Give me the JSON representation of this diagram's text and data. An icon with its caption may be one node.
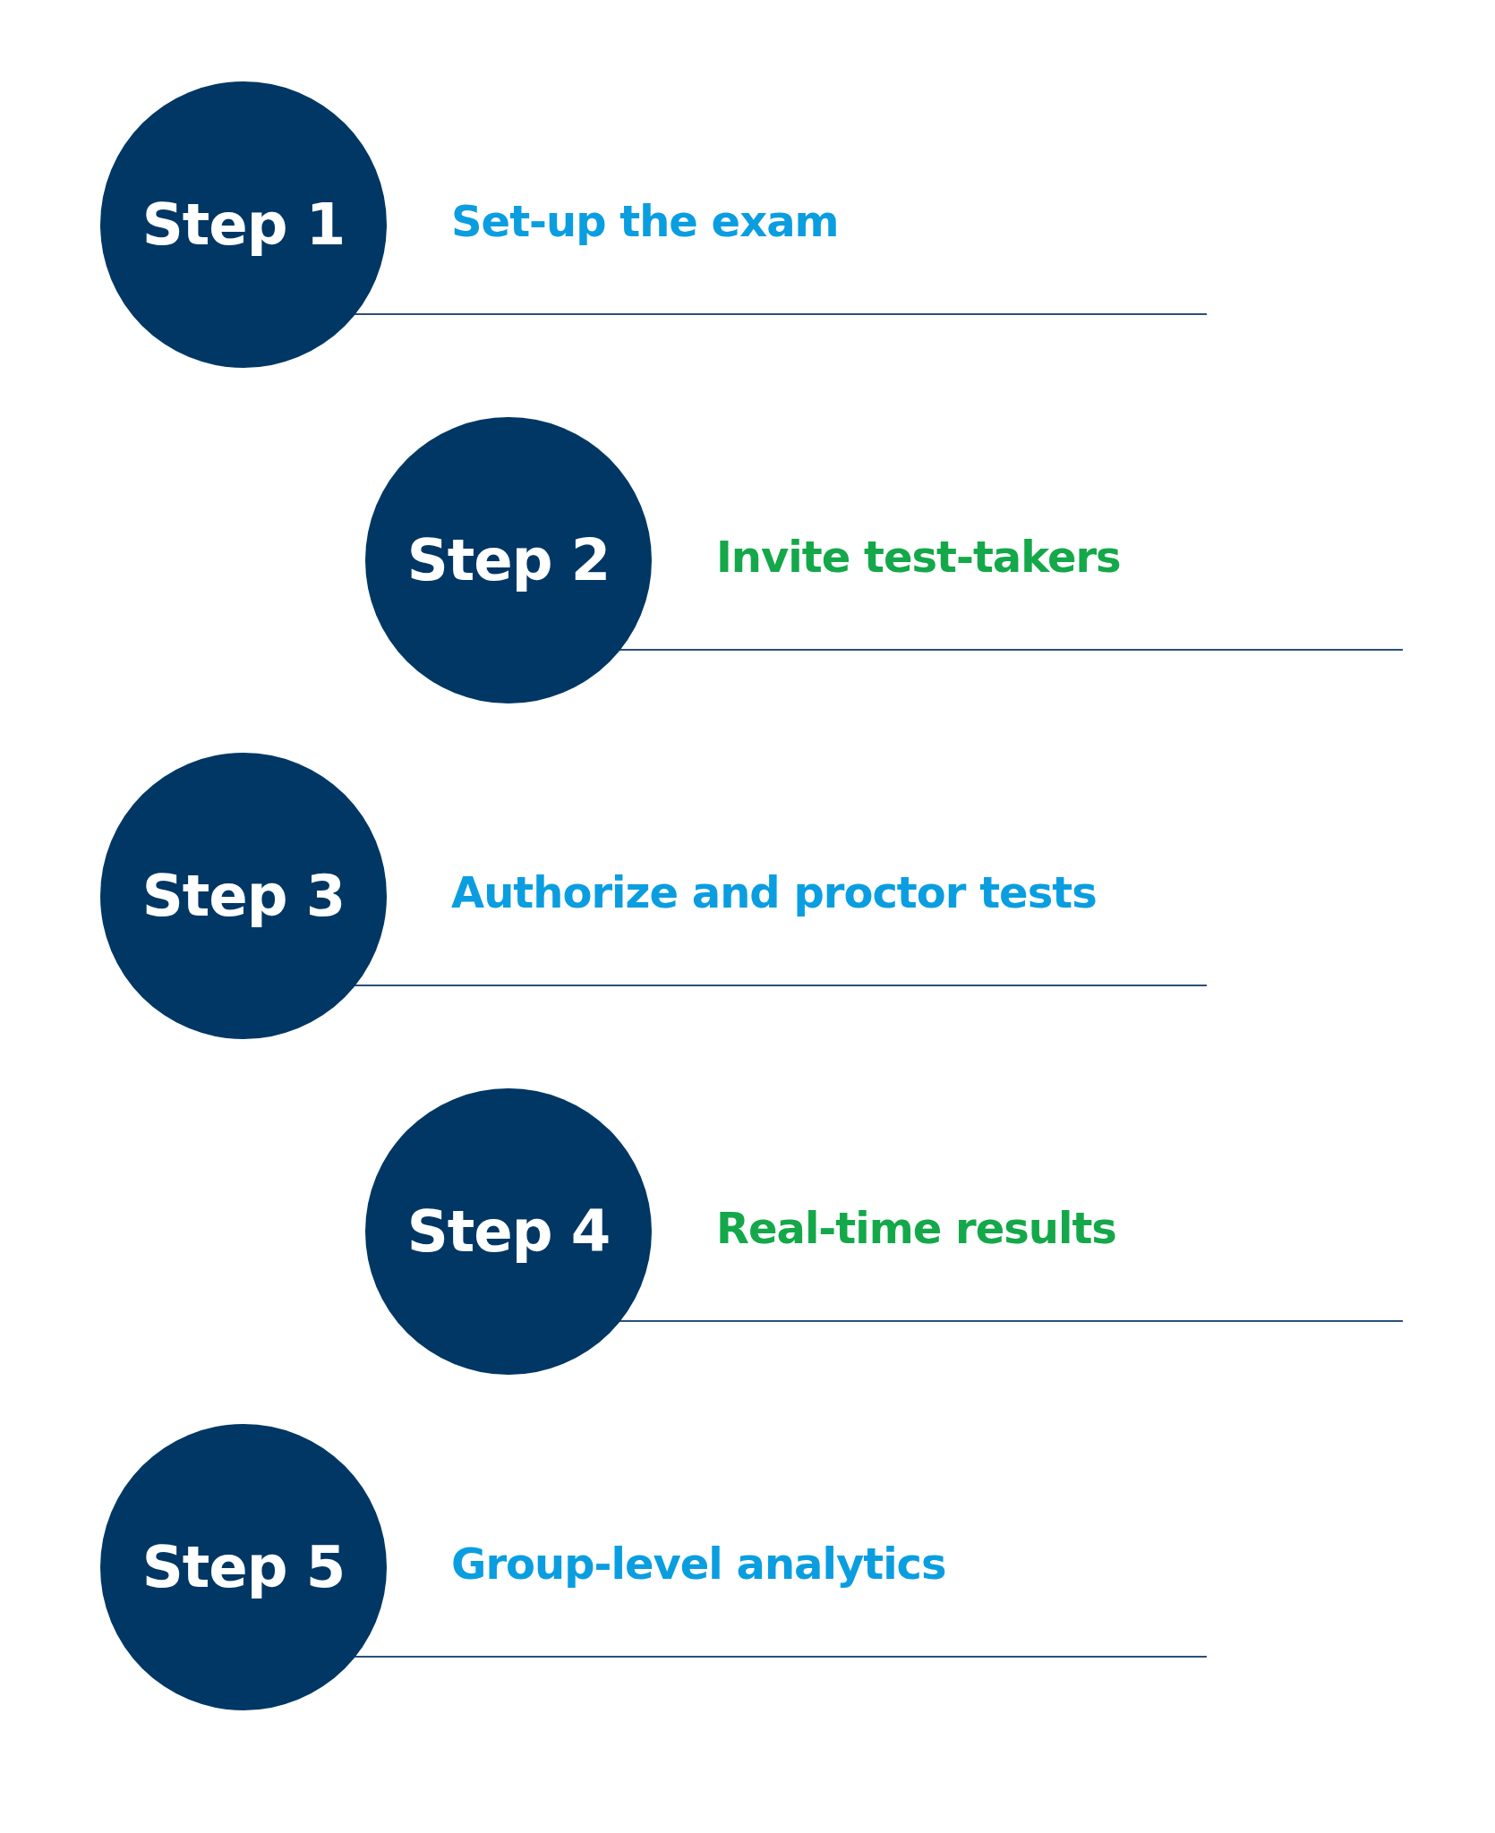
{
  "diagram": {
    "nodes": [
      {
        "text": [
          "Step 1"
        ],
        "beside": [
          "Set-up the exam"
        ]
      },
      {
        "text": [
          "Step 2"
        ],
        "beside": [
          "Invite test-takers"
        ]
      },
      {
        "text": [
          "Step 3"
        ],
        "beside": [
          "Authorize and proctor tests"
        ]
      },
      {
        "text": [
          "Step 4"
        ],
        "beside": [
          "Real-time results"
        ]
      },
      {
        "text": [
          "Step 5"
        ],
        "beside": [
          "Group-level analytics"
        ]
      }
    ]
  }
}
